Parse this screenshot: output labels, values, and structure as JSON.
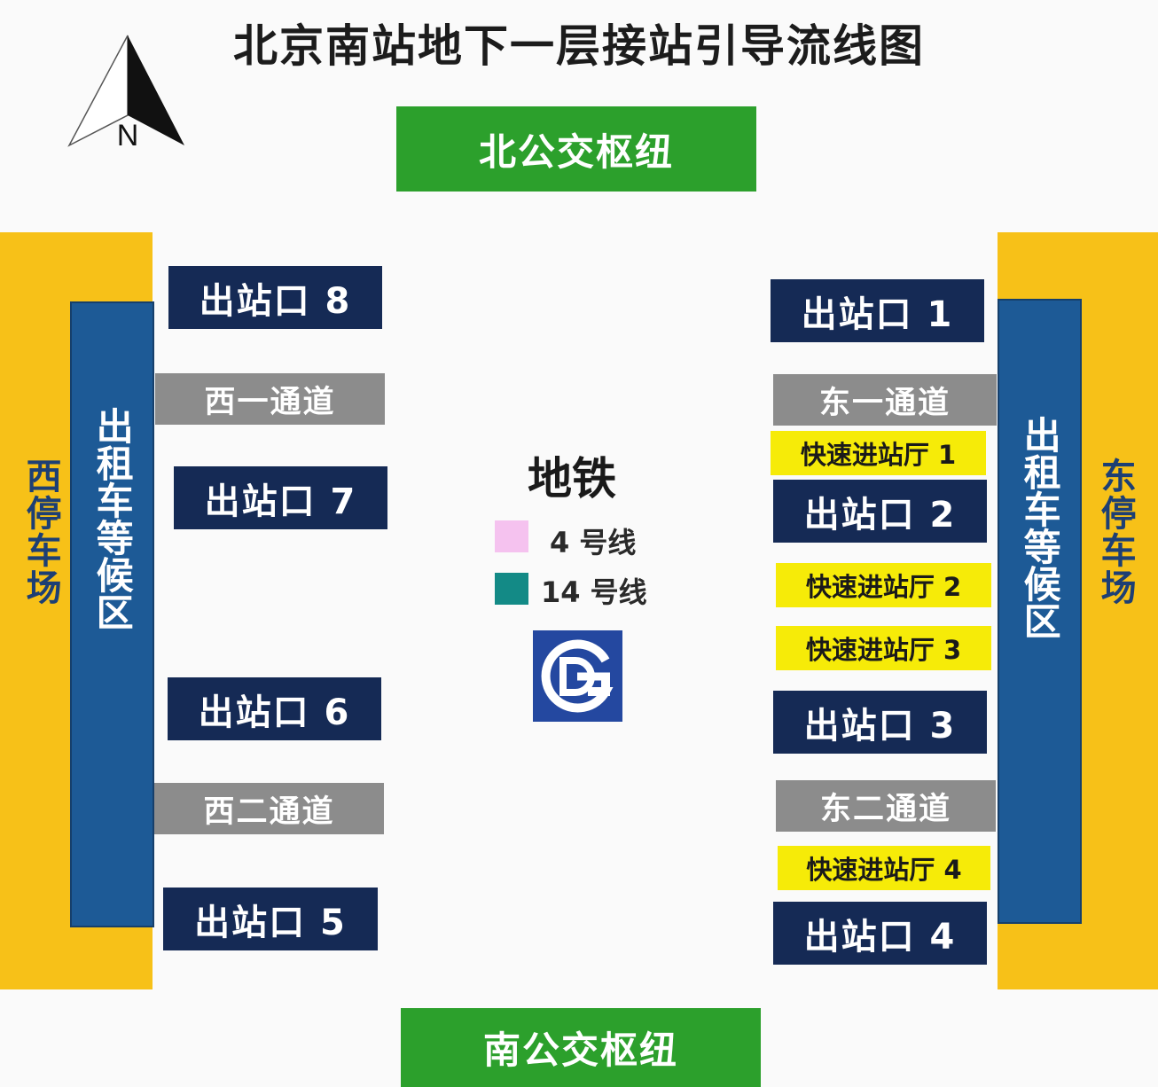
{
  "title": "北京南站地下一层接站引导流线图",
  "compass": {
    "label": "N"
  },
  "hubs": {
    "north": "北公交枢纽",
    "south": "南公交枢纽"
  },
  "parking": {
    "west": "西停车场",
    "east": "东停车场"
  },
  "taxi": {
    "west": "出租车等候区",
    "east": "出租车等候区"
  },
  "exits": {
    "e1": "出站口 1",
    "e2": "出站口 2",
    "e3": "出站口 3",
    "e4": "出站口 4",
    "e5": "出站口 5",
    "e6": "出站口 6",
    "e7": "出站口 7",
    "e8": "出站口 8"
  },
  "channels": {
    "west1": "西一通道",
    "west2": "西二通道",
    "east1": "东一通道",
    "east2": "东二通道"
  },
  "fast_halls": {
    "f1": "快速进站厅 1",
    "f2": "快速进站厅 2",
    "f3": "快速进站厅 3",
    "f4": "快速进站厅 4"
  },
  "metro": {
    "title": "地铁",
    "lines": [
      {
        "label": "4 号线",
        "color": "#f5c2ef"
      },
      {
        "label": "14 号线",
        "color": "#138a86"
      }
    ],
    "logo_icon": "beijing-subway-logo"
  },
  "colors": {
    "hub_green": "#2ca02c",
    "parking_yellow": "#f7c118",
    "taxi_blue": "#1d5a96",
    "exit_navy": "#152a55",
    "channel_gray": "#8c8c8c",
    "fast_hall_yellow": "#f6eb08"
  }
}
